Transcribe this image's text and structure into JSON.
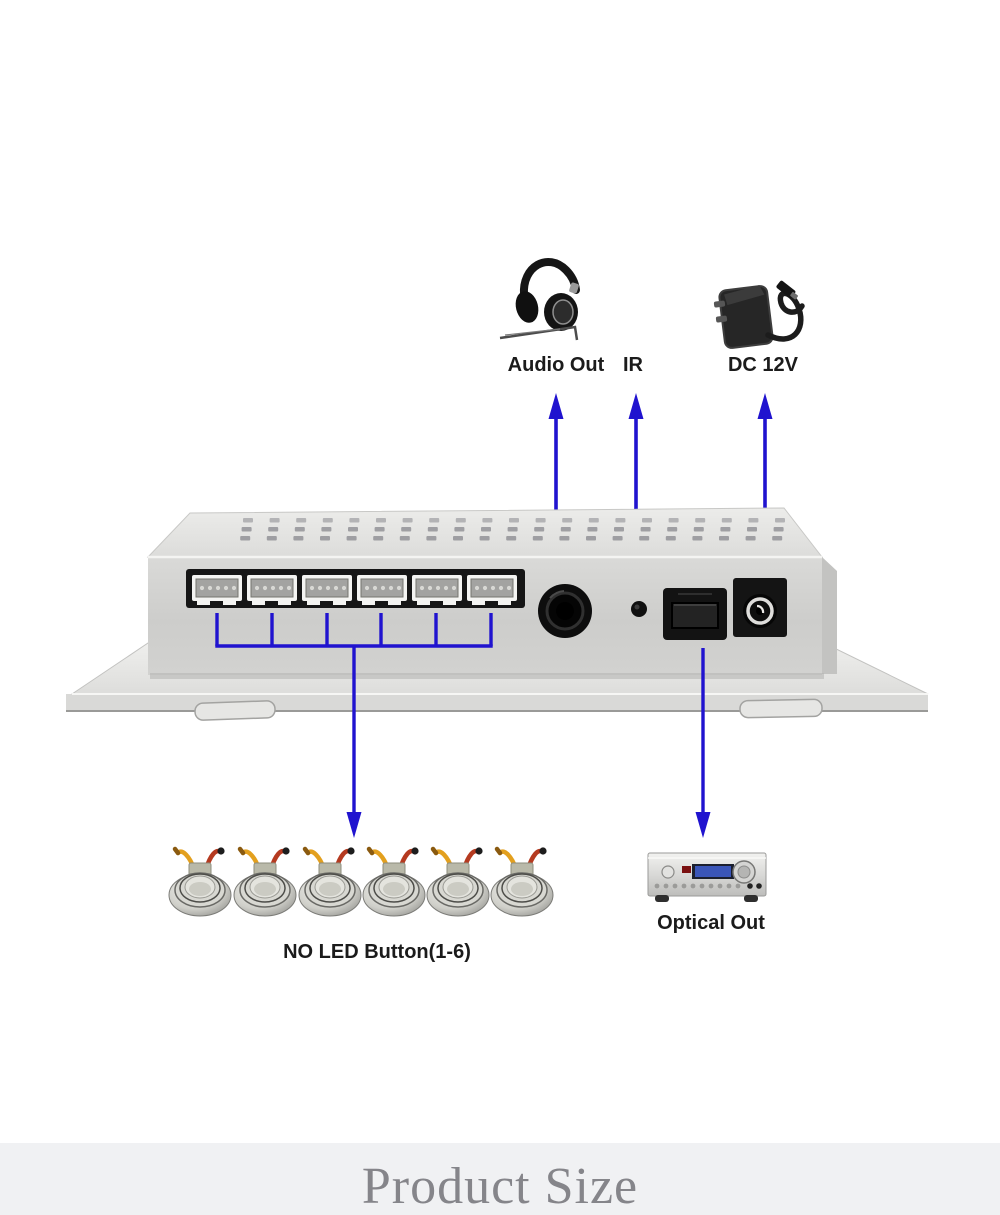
{
  "diagram": {
    "top_labels": {
      "audio_out": "Audio Out",
      "ir": "IR",
      "dc_12v": "DC 12V"
    },
    "bottom_labels": {
      "no_led_button": "NO LED Button(1-6)",
      "optical_out": "Optical Out"
    },
    "icons": {
      "headphones": "headphones-icon",
      "power_adapter": "power-adapter-icon",
      "amplifier": "amplifier-icon",
      "push_button": "push-button-icon"
    },
    "colors": {
      "annotation_blue": "#2013cf",
      "chassis_gray": "#d2d2d0",
      "footer_background": "#f0f1f3",
      "footer_text": "#85858a"
    }
  },
  "footer": {
    "title": "Product Size"
  }
}
